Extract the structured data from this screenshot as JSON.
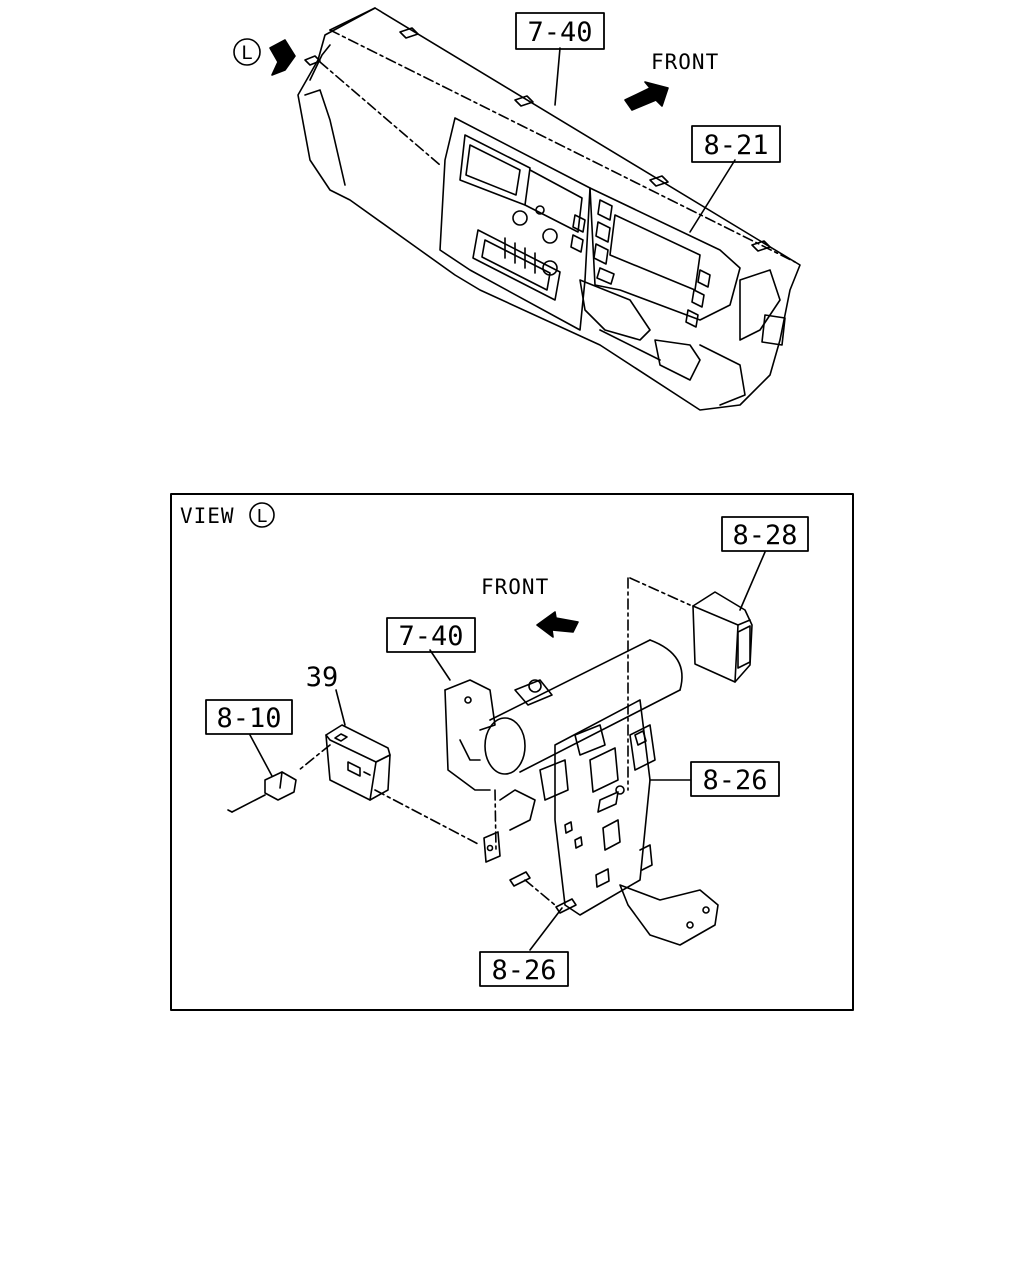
{
  "top_view": {
    "view_marker": "L",
    "front_label": "FRONT",
    "callouts": [
      "7-40",
      "8-21"
    ]
  },
  "detail_view": {
    "title": "VIEW",
    "view_marker": "L",
    "front_label": "FRONT",
    "callouts": [
      "8-28",
      "7-40",
      "39",
      "8-10",
      "8-26",
      "8-26"
    ]
  },
  "colors": {
    "line": "#000000",
    "background": "#ffffff"
  }
}
